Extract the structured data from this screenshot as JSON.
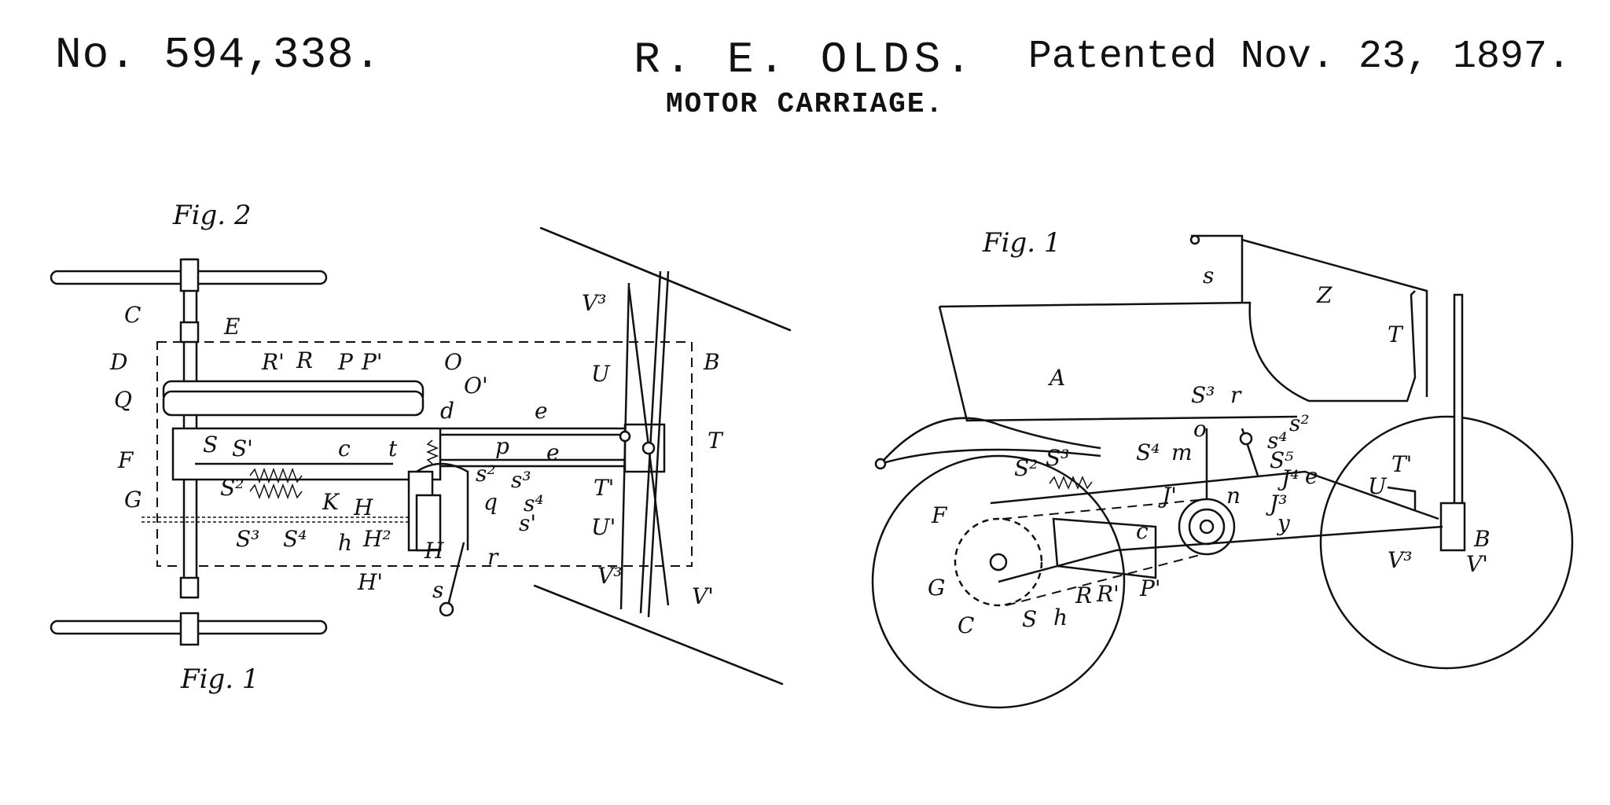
{
  "header": {
    "patent_number": "No. 594,338.",
    "inventor": "R. E. OLDS.",
    "title": "MOTOR CARRIAGE.",
    "date": "Patented Nov. 23, 1897."
  },
  "plan_view": {
    "figure_labels": [
      "Fig. 2",
      "Fig. 1"
    ],
    "part_labels": [
      "C",
      "E",
      "D",
      "R'",
      "R",
      "P",
      "P'",
      "O",
      "O'",
      "d",
      "e",
      "Q",
      "S",
      "S'",
      "F",
      "c",
      "t",
      "p",
      "e",
      "T",
      "T'",
      "S²",
      "s²",
      "s³",
      "G",
      "K",
      "H",
      "q",
      "s⁴",
      "S³",
      "S⁴",
      "h",
      "H²",
      "s'",
      "H'",
      "H",
      "r",
      "s",
      "V³",
      "U",
      "B",
      "U'",
      "V³",
      "V'"
    ]
  },
  "side_view": {
    "figure_label": "Fig. 1",
    "part_labels": [
      "s",
      "Z",
      "T",
      "A",
      "S³",
      "r",
      "o",
      "s²",
      "m",
      "s⁴",
      "S⁴",
      "S⁵",
      "S²",
      "S³",
      "J⁴",
      "e",
      "J'",
      "n",
      "J³",
      "T'",
      "U",
      "F",
      "c",
      "y",
      "B",
      "V³",
      "V'",
      "G",
      "S",
      "h",
      "R",
      "R'",
      "P'",
      "C"
    ]
  }
}
